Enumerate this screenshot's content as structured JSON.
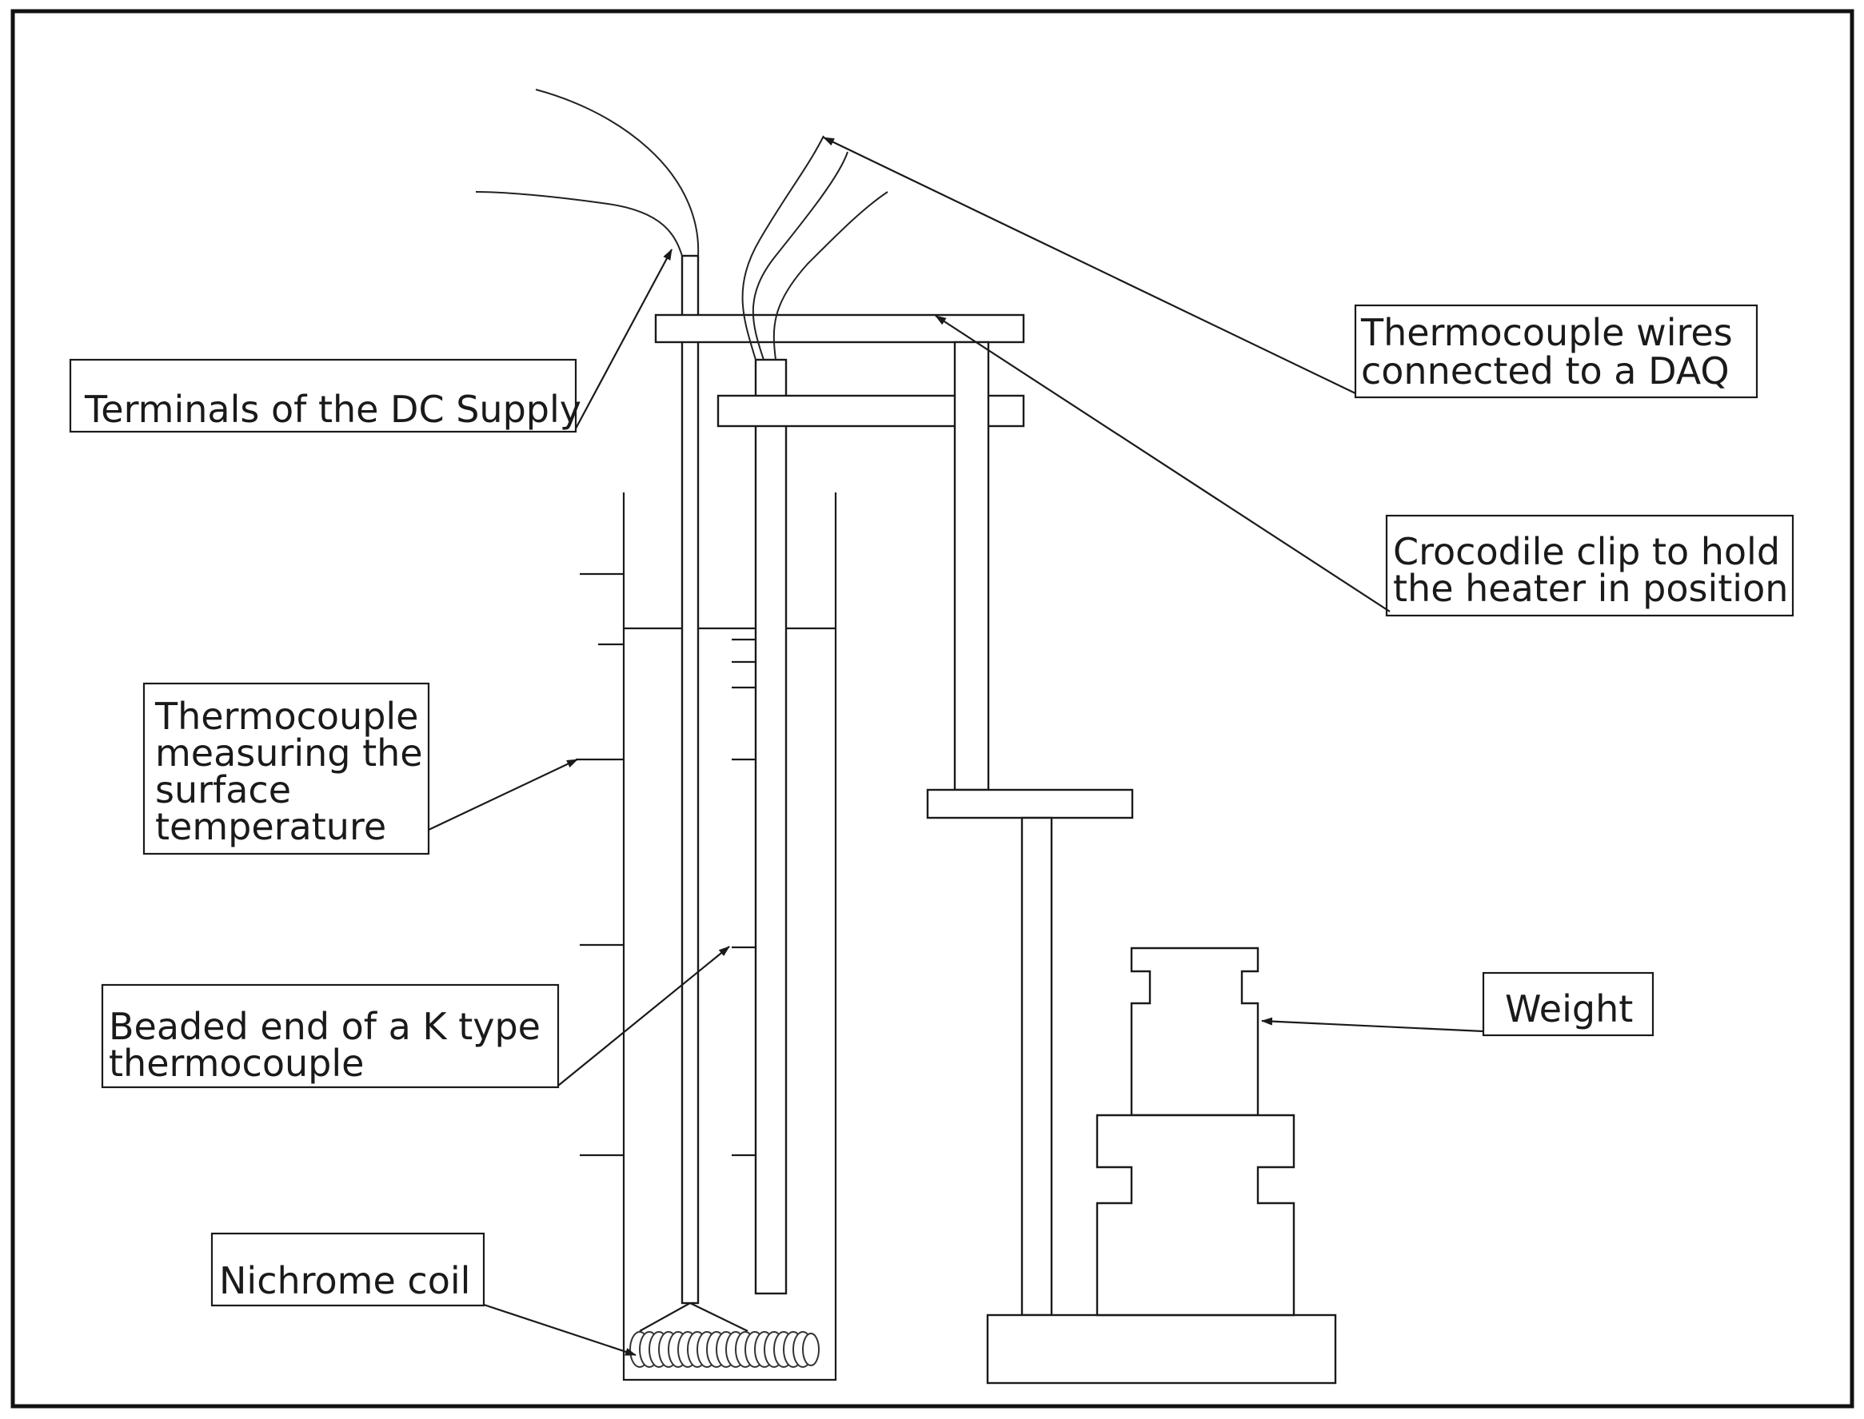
{
  "labels": {
    "dc_supply": "Terminals of the DC Supply",
    "tc_wires_1": "Thermocouple wires",
    "tc_wires_2": "connected to a DAQ",
    "clip_1": "Crocodile clip to hold",
    "clip_2": "the heater in position",
    "surface_1": "Thermocouple",
    "surface_2": "measuring the",
    "surface_3": "surface",
    "surface_4": "temperature",
    "beaded_1": "Beaded end of a K type",
    "beaded_2": "thermocouple",
    "nichrome": "Nichrome coil",
    "weight": "Weight"
  }
}
